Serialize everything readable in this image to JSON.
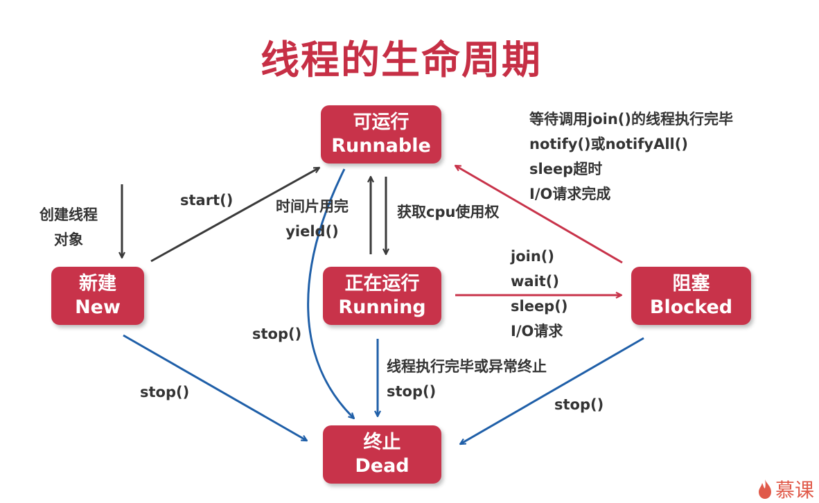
{
  "title": "线程的生命周期",
  "states": {
    "runnable": {
      "zh": "可运行",
      "en": "Runnable"
    },
    "new": {
      "zh": "新建",
      "en": "New"
    },
    "running": {
      "zh": "正在运行",
      "en": "Running"
    },
    "blocked": {
      "zh": "阻塞",
      "en": "Blocked"
    },
    "dead": {
      "zh": "终止",
      "en": "Dead"
    }
  },
  "labels": {
    "create": [
      "创建线程",
      "对象"
    ],
    "start": "start()",
    "yield": [
      "时间片用完",
      "yield()"
    ],
    "get_cpu": "获取cpu使用权",
    "unblock": [
      "等待调用join()的线程执行完毕",
      "notify()或notifyAll()",
      "sleep超时",
      "I/O请求完成"
    ],
    "block": [
      "join()",
      "wait()",
      "sleep()",
      "I/O请求"
    ],
    "runnable_stop": "stop()",
    "new_stop": "stop()",
    "running_finish": [
      "线程执行完毕或异常终止",
      "stop()"
    ],
    "blocked_stop": "stop()"
  },
  "watermark": "慕课",
  "colors": {
    "title": "#c62f45",
    "state_fill": "#c8334a",
    "arrow_gray": "#3a3a3a",
    "arrow_blue": "#1f5fa8",
    "arrow_red": "#c8334a"
  }
}
